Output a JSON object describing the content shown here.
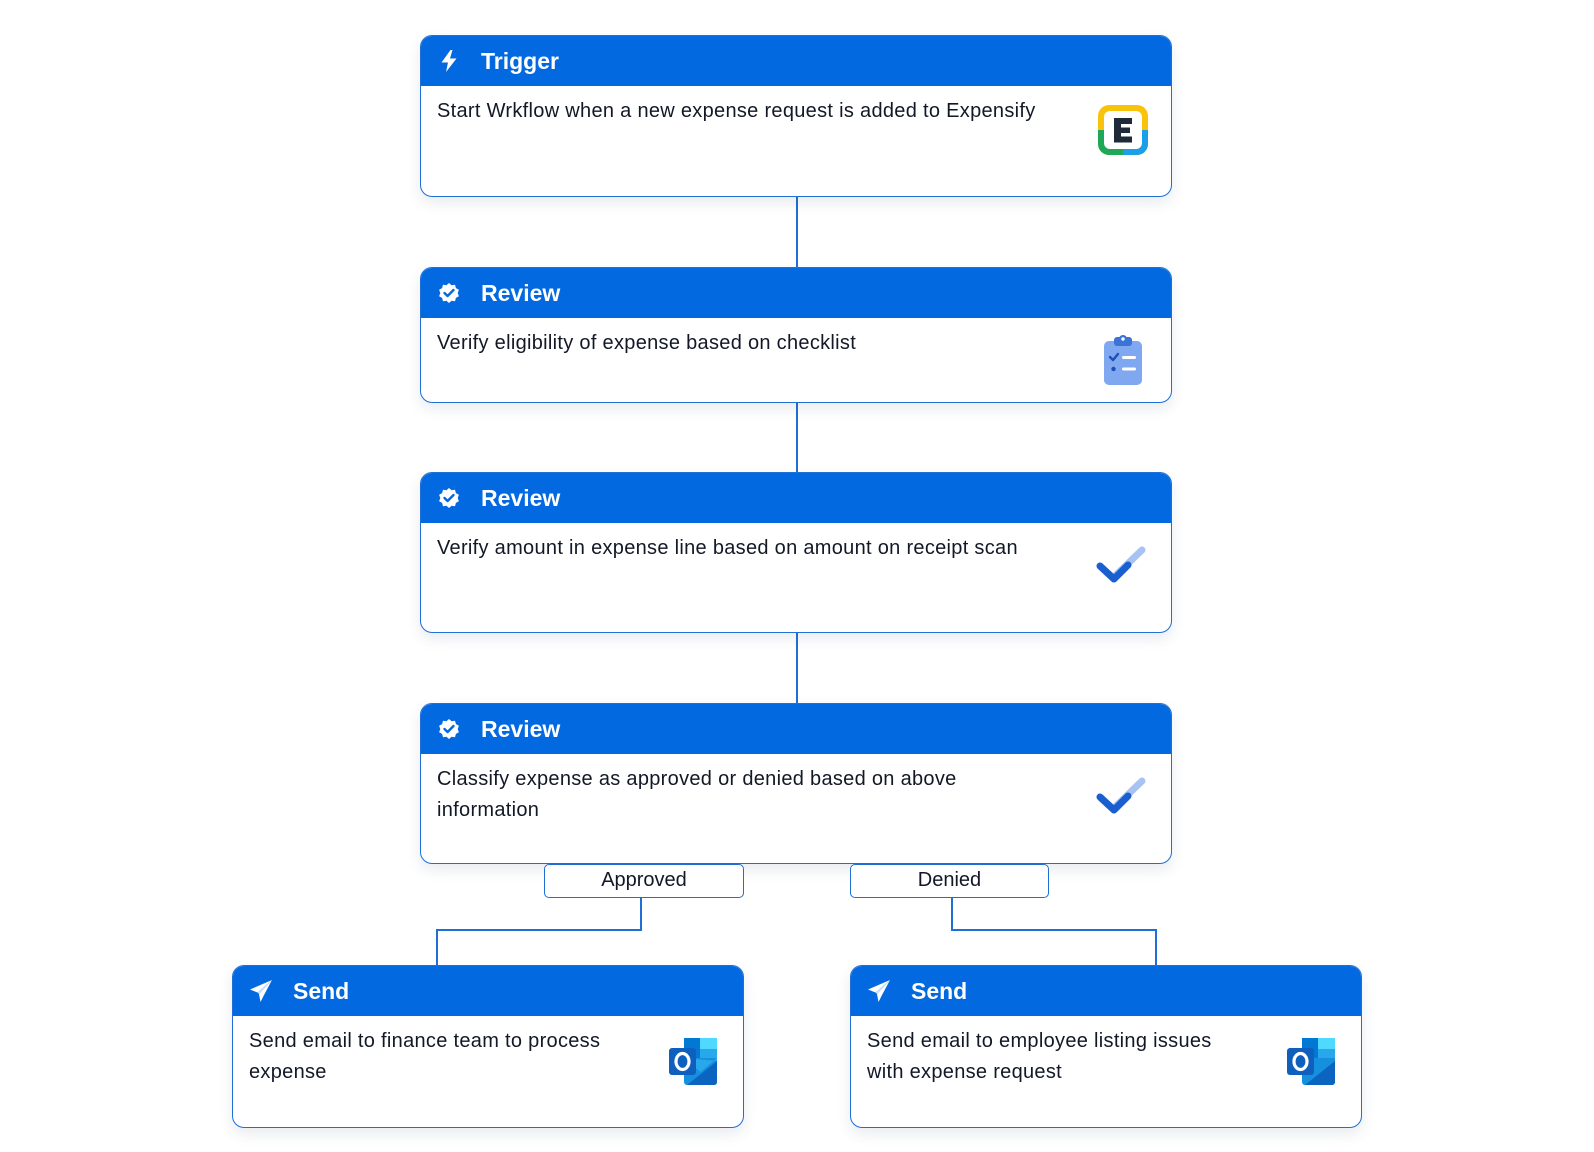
{
  "trigger": {
    "header": "Trigger",
    "text": "Start Wrkflow when a new expense request is added to Expensify",
    "app_icon": "expensify-logo",
    "header_icon": "lightning-bolt-icon"
  },
  "review_1": {
    "header": "Review",
    "text": "Verify eligibility of expense based on checklist",
    "app_icon": "clipboard-checklist-icon",
    "header_icon": "verified-badge-icon"
  },
  "review_2": {
    "header": "Review",
    "text": "Verify amount in expense line based on amount on receipt scan",
    "app_icon": "double-checkmark-icon",
    "header_icon": "verified-badge-icon"
  },
  "review_3": {
    "header": "Review",
    "text": "Classify expense as approved or denied based on above information",
    "app_icon": "double-checkmark-icon",
    "header_icon": "verified-badge-icon"
  },
  "branches": {
    "approved": "Approved",
    "denied": "Denied"
  },
  "send_approved": {
    "header": "Send",
    "text": "Send email to finance team to process expense",
    "app_icon": "outlook-logo",
    "header_icon": "paper-plane-icon"
  },
  "send_denied": {
    "header": "Send",
    "text": "Send email to employee listing issues with expense request",
    "app_icon": "outlook-logo",
    "header_icon": "paper-plane-icon"
  },
  "colors": {
    "header_blue": "#0369e0",
    "border_blue": "#1f6fd6",
    "text": "#121826"
  }
}
